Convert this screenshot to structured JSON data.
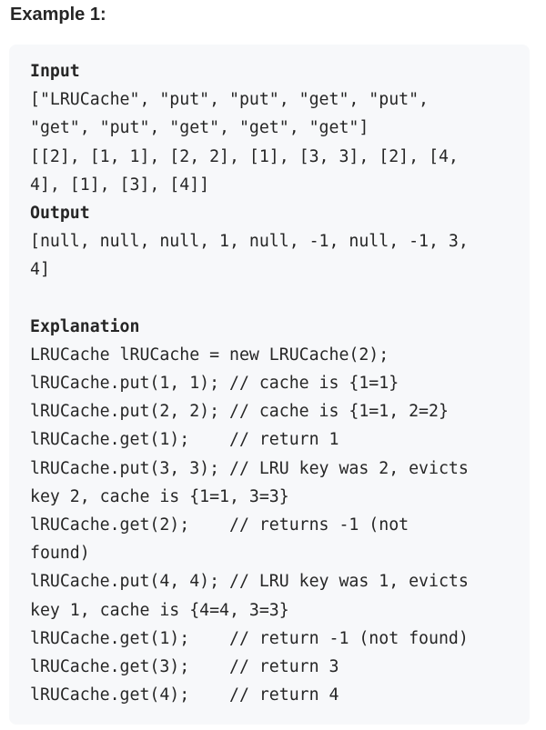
{
  "heading": "Example 1:",
  "example": {
    "input_label": "Input",
    "input_lines": [
      "[\"LRUCache\", \"put\", \"put\", \"get\", \"put\",",
      "\"get\", \"put\", \"get\", \"get\", \"get\"]",
      "[[2], [1, 1], [2, 2], [1], [3, 3], [2], [4,",
      "4], [1], [3], [4]]"
    ],
    "output_label": "Output",
    "output_lines": [
      "[null, null, null, 1, null, -1, null, -1, 3,",
      "4]"
    ],
    "explanation_label": "Explanation",
    "explanation_lines": [
      "LRUCache lRUCache = new LRUCache(2);",
      "lRUCache.put(1, 1); // cache is {1=1}",
      "lRUCache.put(2, 2); // cache is {1=1, 2=2}",
      "lRUCache.get(1);    // return 1",
      "lRUCache.put(3, 3); // LRU key was 2, evicts",
      "key 2, cache is {1=1, 3=3}",
      "lRUCache.get(2);    // returns -1 (not",
      "found)",
      "lRUCache.put(4, 4); // LRU key was 1, evicts",
      "key 1, cache is {4=4, 3=3}",
      "lRUCache.get(1);    // return -1 (not found)",
      "lRUCache.get(3);    // return 3",
      "lRUCache.get(4);    // return 4"
    ]
  }
}
